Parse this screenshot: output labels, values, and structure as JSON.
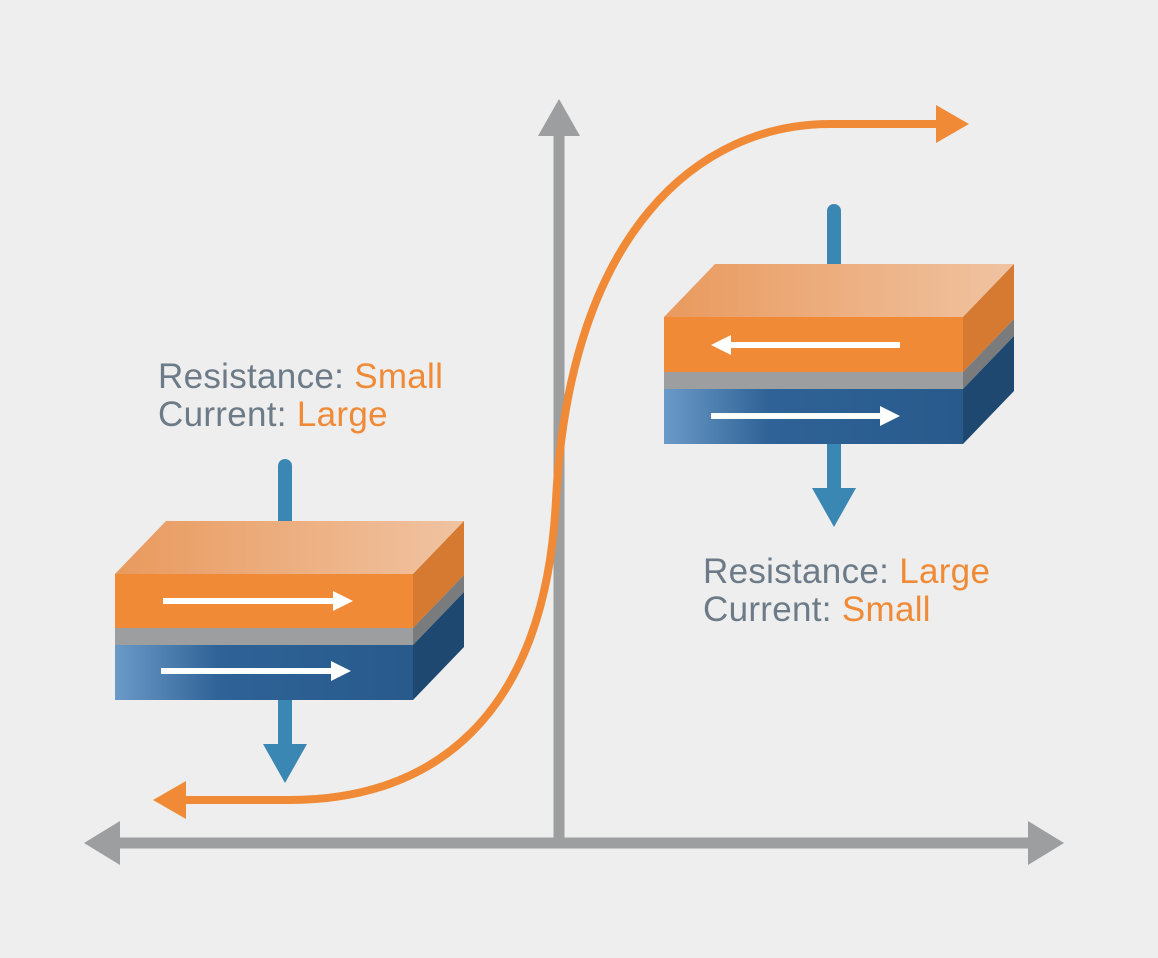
{
  "colors": {
    "background": "#edeeed",
    "axis": "#9d9e9f",
    "curve": "#f08a36",
    "free_layer": "#f08a36",
    "fixed_layer": "#2f6296",
    "barrier": "#9d9e9f",
    "current_arrow": "#3b87b3",
    "label_key": "#6d7b88",
    "label_value": "#f08a36"
  },
  "icons": {
    "magnetization": "arrow-icon",
    "current": "arrow-icon"
  },
  "left_stack": {
    "resistance_key": "Resistance: ",
    "resistance_value": "Small",
    "current_key": "Current: ",
    "current_value": "Large",
    "top_magnetization": "right",
    "bottom_magnetization": "right"
  },
  "right_stack": {
    "resistance_key": "Resistance: ",
    "resistance_value": "Large",
    "current_key": "Current: ",
    "current_value": "Small",
    "top_magnetization": "left",
    "bottom_magnetization": "right"
  }
}
